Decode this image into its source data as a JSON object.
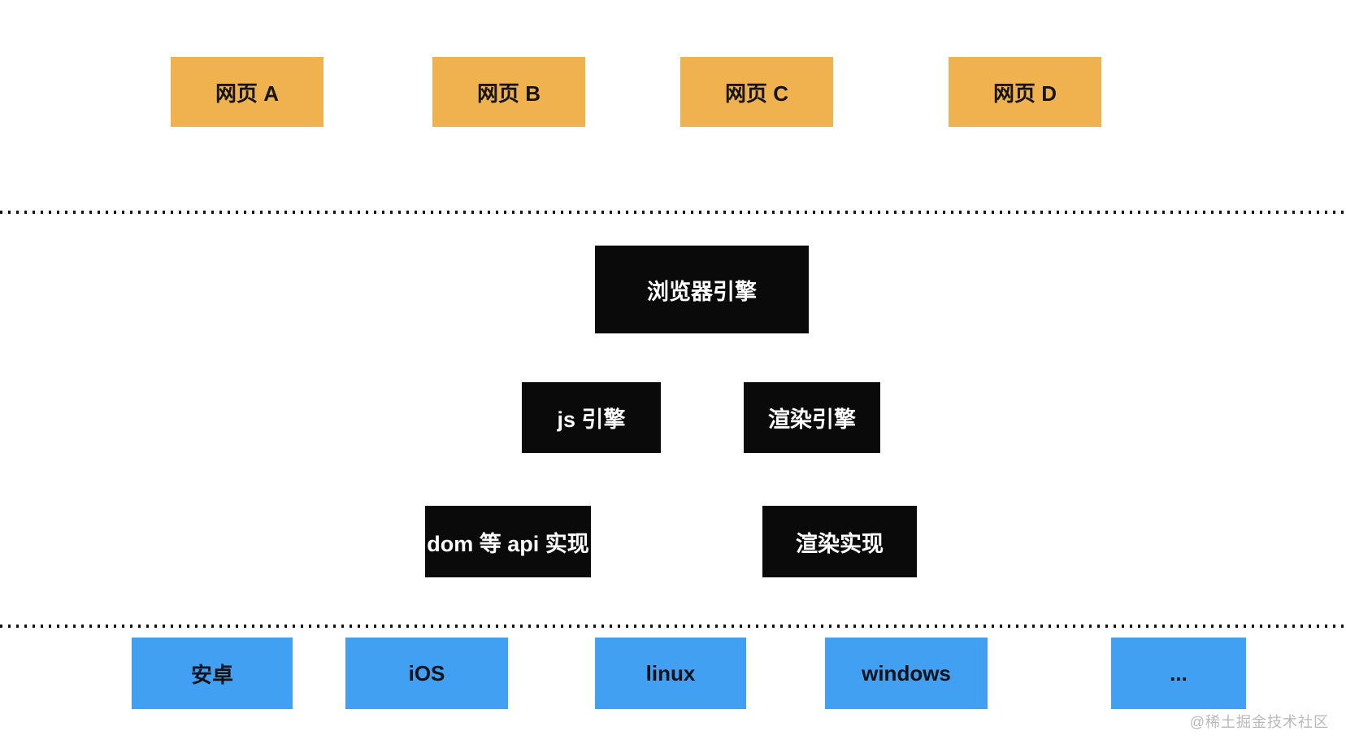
{
  "diagram": {
    "title_semantic": "browser-architecture-diagram",
    "webpages": [
      {
        "label": "网页 A"
      },
      {
        "label": "网页 B"
      },
      {
        "label": "网页 C"
      },
      {
        "label": "网页 D"
      }
    ],
    "engine": {
      "root": "浏览器引擎",
      "js_engine": "js 引擎",
      "render_engine": "渲染引擎",
      "dom_api_impl": "dom 等 api 实现",
      "render_impl": "渲染实现"
    },
    "platforms": [
      {
        "label": "安卓"
      },
      {
        "label": "iOS"
      },
      {
        "label": "linux"
      },
      {
        "label": "windows"
      },
      {
        "label": "..."
      }
    ],
    "watermark": "@稀土掘金技术社区",
    "colors": {
      "webpage_box": "#f0b24e",
      "engine_box": "#0a0a0a",
      "platform_box": "#42a0f2",
      "divider": "#141414",
      "watermark": "#b9b9b9",
      "background": "#ffffff"
    }
  }
}
